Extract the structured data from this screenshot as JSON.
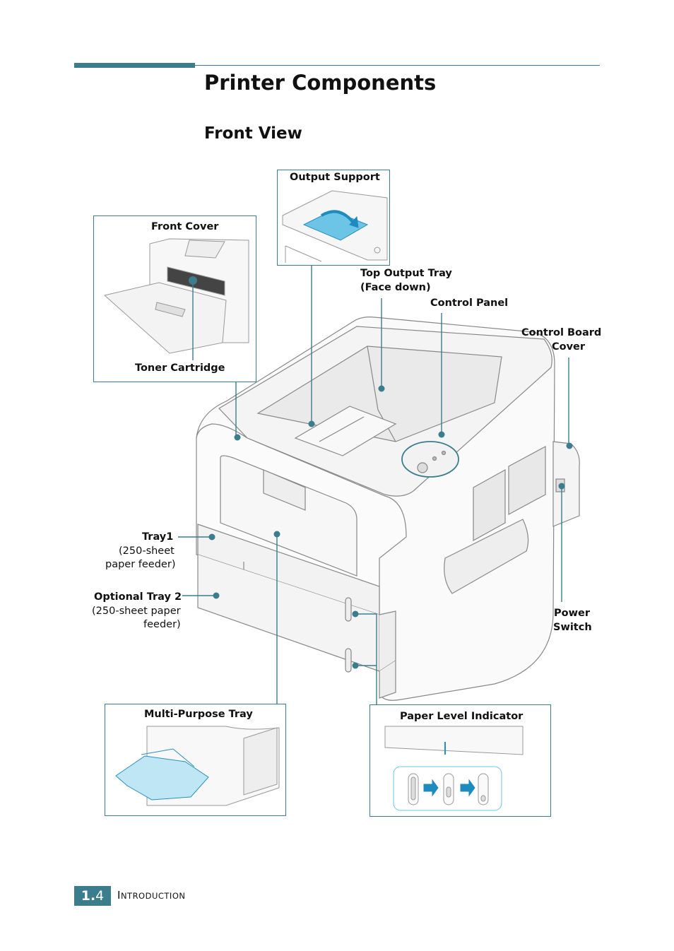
{
  "page": {
    "title": "Printer Components",
    "subtitle": "Front View"
  },
  "callouts": {
    "output_support": "Output Support",
    "front_cover": "Front Cover",
    "toner_cartridge": "Toner Cartridge",
    "top_output_tray_1": "Top Output Tray",
    "top_output_tray_2": "(Face down)",
    "control_panel": "Control Panel",
    "control_board_cover_1": "Control Board",
    "control_board_cover_2": "Cover",
    "tray1": "Tray1",
    "tray1_sub_1": "(250-sheet",
    "tray1_sub_2": "paper feeder)",
    "optional_tray2": "Optional Tray 2",
    "optional_tray2_sub_1": "(250-sheet paper",
    "optional_tray2_sub_2": "feeder)",
    "power_switch_1": "Power",
    "power_switch_2": "Switch",
    "multi_purpose_tray": "Multi-Purpose Tray",
    "paper_level_indicator": "Paper Level Indicator"
  },
  "footer": {
    "chapter": "1.",
    "page": "4",
    "section_initial": "I",
    "section_rest": "NTRODUCTION"
  },
  "colors": {
    "accent": "#3b7d8c",
    "highlight_blue": "#6cc4e6",
    "arrow_blue": "#1e8bbf"
  }
}
